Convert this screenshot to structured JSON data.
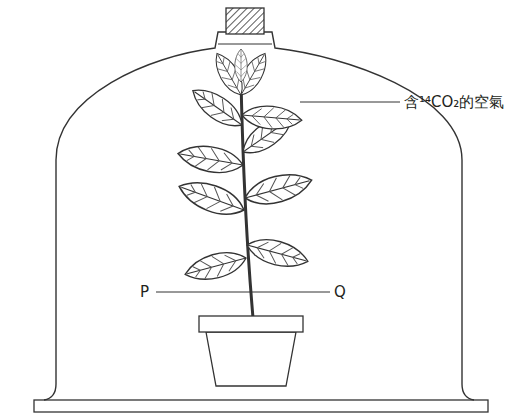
{
  "diagram": {
    "labels": [
      "含¹⁴CO₂的空氣",
      "P",
      "Q"
    ]
  }
}
